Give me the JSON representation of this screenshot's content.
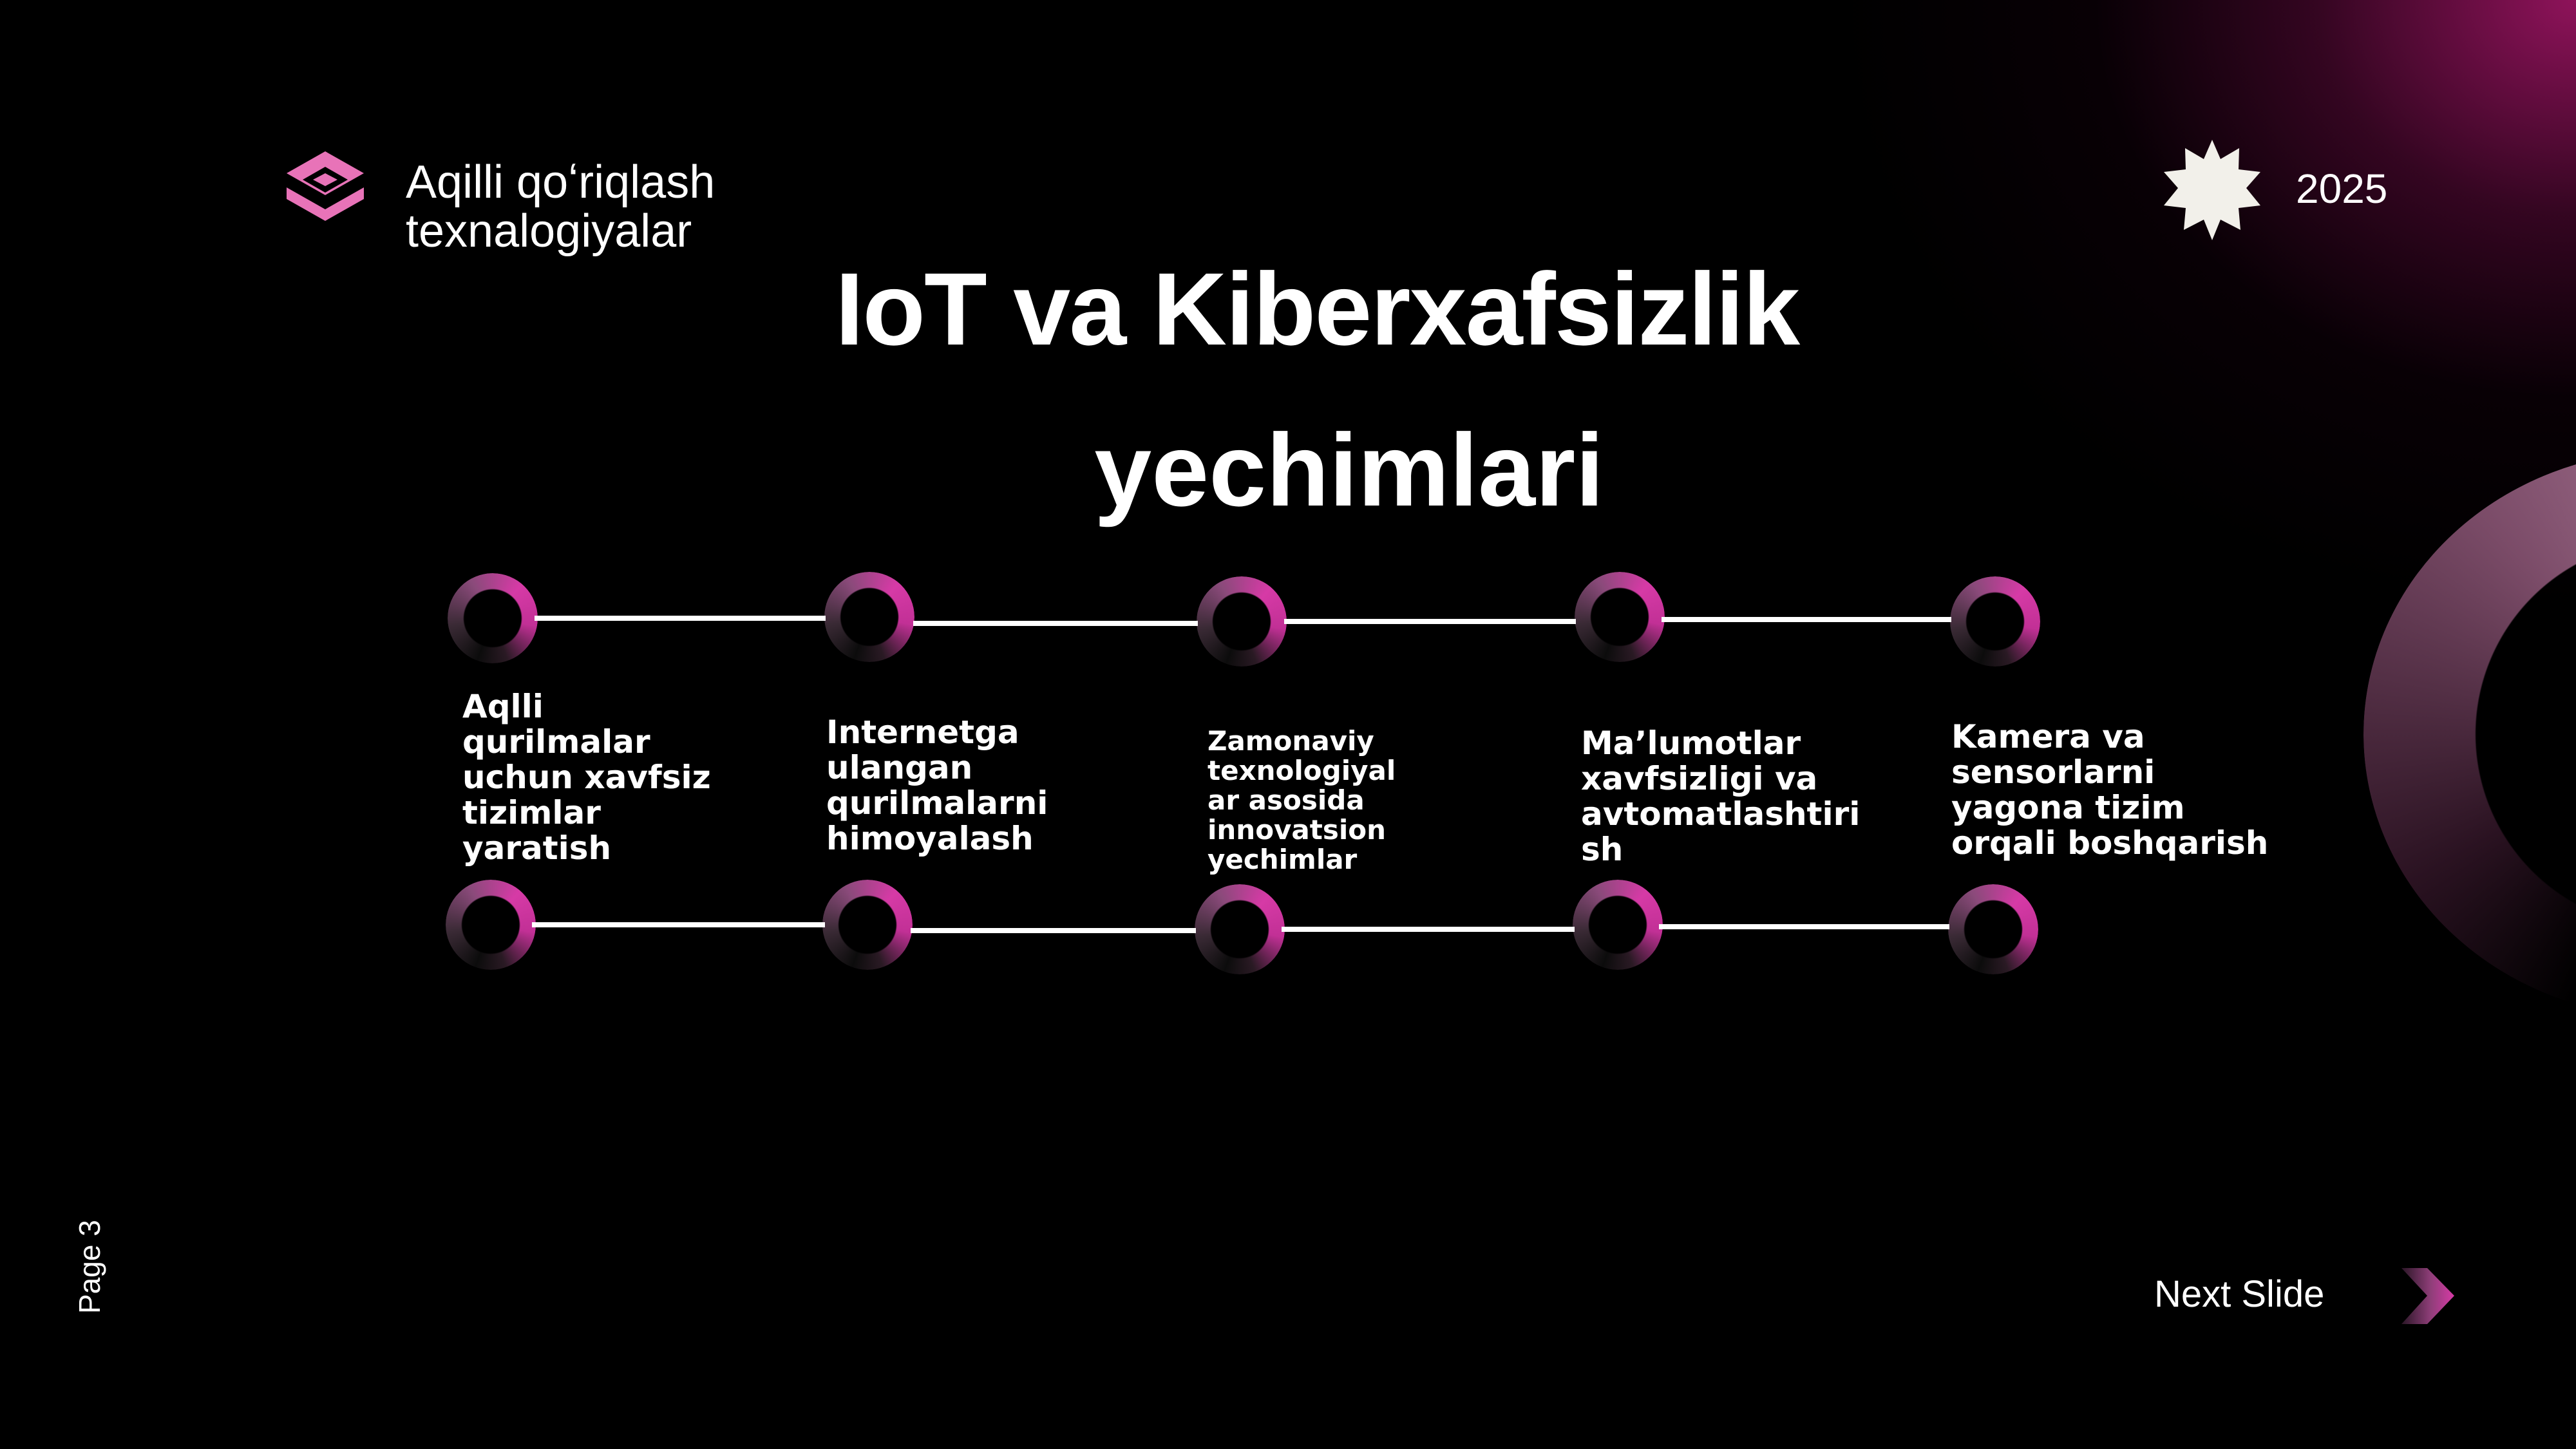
{
  "header": {
    "brand": "Aqilli qoʻriqlash\ntexnalogiyalar",
    "year": "2025"
  },
  "title": {
    "line1": "IoT va Kiberxafsizlik",
    "line2": "yechimlari"
  },
  "timeline": [
    {
      "label": "Aqlli\nqurilmalar\nuchun xavfsiz\ntizimlar\nyaratish"
    },
    {
      "label": "Internetga\nulangan\nqurilmalarni\nhimoyalash"
    },
    {
      "label": "Zamonaviy\ntexnologiyal\nar asosida\ninnovatsion\nyechimlar"
    },
    {
      "label": "Ma’lumotlar\nxavfsizligi va\navtomatlashtiri\nsh"
    },
    {
      "label": "Kamera va\nsensorlarni\nyagona tizim\norqali boshqarish"
    }
  ],
  "footer": {
    "page": "Page 3",
    "next": "Next Slide"
  },
  "colors": {
    "background": "#000000",
    "accent": "#d63aa6",
    "logo": "#e873b8",
    "star": "#f2f0ea"
  },
  "icons": {
    "logo": "stacked-diamond-logo-icon",
    "badge": "starburst-icon",
    "next": "chevron-right-icon"
  }
}
